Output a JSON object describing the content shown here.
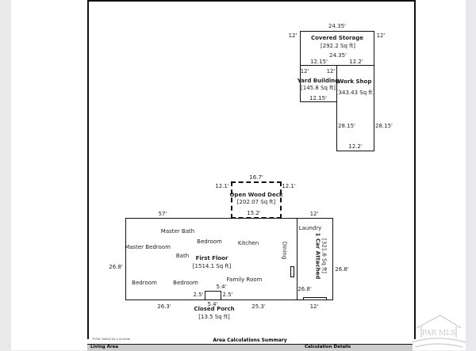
{
  "sketch": {
    "covered_storage": {
      "name": "Covered Storage",
      "area": "[292.2 Sq ft]",
      "top": "24.35'",
      "left": "12'",
      "right": "12'",
      "bottom": "24.35'"
    },
    "yard_building": {
      "name": "Yard Building",
      "area": "[145.8 Sq ft]",
      "top": "12.15'",
      "left": "12'",
      "right": "12'",
      "bottom": "12.15'"
    },
    "work_shop": {
      "name": "Work Shop",
      "area": "[343.43 Sq ft]",
      "top": "12.2'",
      "left": "28.15'",
      "right": "28.15'",
      "bottom": "12.2'"
    },
    "open_wood_deck": {
      "name": "Open Wood Deck",
      "area": "[202.07 Sq ft]",
      "top": "16.7'",
      "left": "12.1'",
      "right": "12.1'",
      "bottom": "15.2'"
    },
    "first_floor": {
      "name": "First Floor",
      "area": "[1514.1 Sq ft]",
      "top": "57'",
      "left": "26.8'",
      "bottom_left": "26.3'",
      "bottom_right": "25.3'"
    },
    "garage": {
      "name": "1 Car Attached",
      "area": "[321.6 Sq ft]",
      "top": "12'",
      "right": "26.8'",
      "left": "26.8'",
      "bottom": "12'"
    },
    "closed_porch": {
      "name": "Closed Porch",
      "area": "[13.5 Sq ft]",
      "top": "5.4'",
      "left": "2.5'",
      "right": "2.5'",
      "bottom": "5.4'"
    },
    "rooms": [
      "Master Bath",
      "Master Bedroom",
      "Bedroom",
      "Kitchen",
      "Bath",
      "Dining",
      "Bedroom",
      "Bedroom",
      "Family Room",
      "Laundry"
    ]
  },
  "summary": {
    "credit": "TOTAL Sketch by a la mode",
    "title": "Area Calculations Summary",
    "col1": "Living Area",
    "col2": "Calculation Details"
  },
  "watermark": "PAR MLS"
}
